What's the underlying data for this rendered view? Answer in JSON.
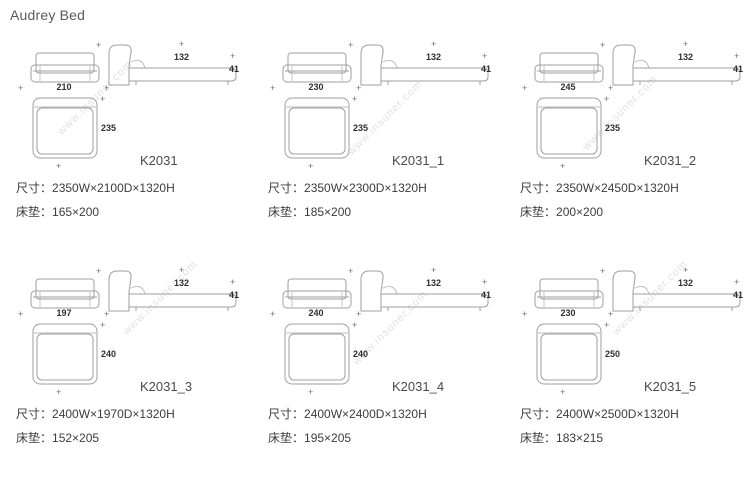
{
  "page": {
    "title": "Audrey Bed",
    "watermark": "www.insuner.com"
  },
  "labels": {
    "size_prefix": "尺寸：",
    "mattress_prefix": "床垫：",
    "tick": "+"
  },
  "products": [
    {
      "model": "K2031",
      "front_width_dim": "210",
      "side_height_dim": "132",
      "foot_height_dim": "41",
      "top_depth_dim": "235",
      "size": "2350W×2100D×1320H",
      "mattress": "165×200"
    },
    {
      "model": "K2031_1",
      "front_width_dim": "230",
      "side_height_dim": "132",
      "foot_height_dim": "41",
      "top_depth_dim": "235",
      "size": "2350W×2300D×1320H",
      "mattress": "185×200"
    },
    {
      "model": "K2031_2",
      "front_width_dim": "245",
      "side_height_dim": "132",
      "foot_height_dim": "41",
      "top_depth_dim": "235",
      "size": "2350W×2450D×1320H",
      "mattress": "200×200"
    },
    {
      "model": "K2031_3",
      "front_width_dim": "197",
      "side_height_dim": "132",
      "foot_height_dim": "41",
      "top_depth_dim": "240",
      "size": "2400W×1970D×1320H",
      "mattress": "152×205"
    },
    {
      "model": "K2031_4",
      "front_width_dim": "240",
      "side_height_dim": "132",
      "foot_height_dim": "41",
      "top_depth_dim": "240",
      "size": "2400W×2400D×1320H",
      "mattress": "195×205"
    },
    {
      "model": "K2031_5",
      "front_width_dim": "230",
      "side_height_dim": "132",
      "foot_height_dim": "41",
      "top_depth_dim": "250",
      "size": "2400W×2500D×1320H",
      "mattress": "183×215"
    }
  ]
}
